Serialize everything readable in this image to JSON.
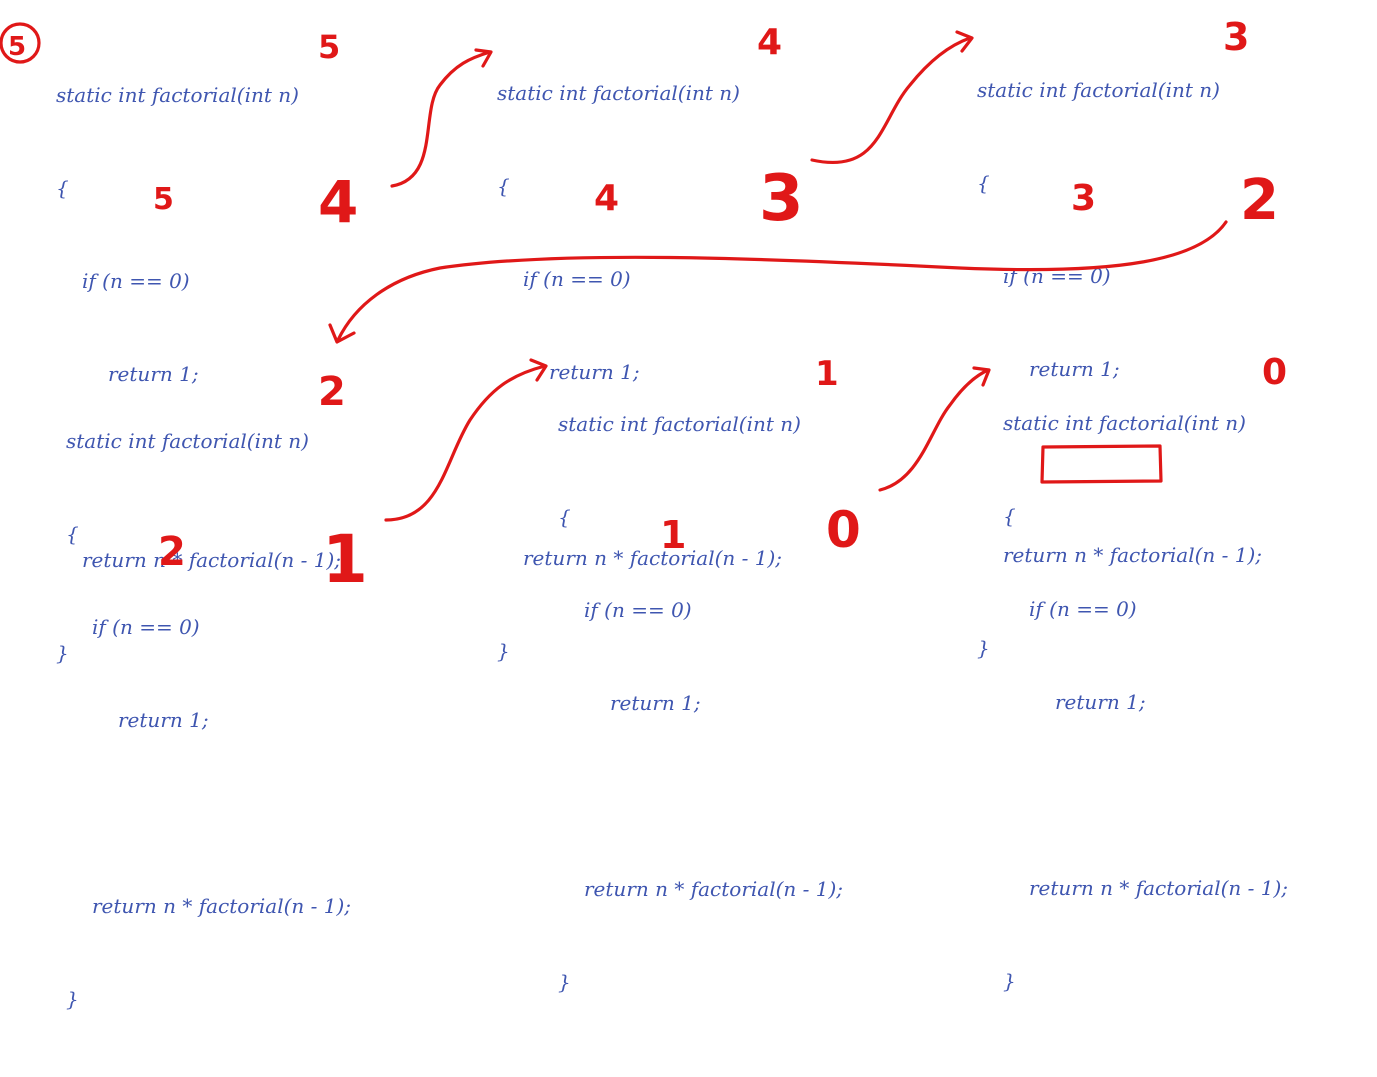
{
  "blocks": [
    {
      "sig": "static int factorial(int n)",
      "open": "{",
      "if_line": "if (n == 0)",
      "ret1": "return 1;",
      "ret_rec": "return n * factorial(n - 1);",
      "close": "}"
    },
    {
      "sig": "static int factorial(int n)",
      "open": "{",
      "if_line": "if (n == 0)",
      "ret1": "return 1;",
      "ret_rec": "return n * factorial(n - 1);",
      "close": "}"
    },
    {
      "sig": "static int factorial(int n)",
      "open": "{",
      "if_line": "if (n == 0)",
      "ret1": "return 1;",
      "ret_rec": "return n * factorial(n - 1);",
      "close": "}"
    },
    {
      "sig": "static int factorial(int n)",
      "open": "{",
      "if_line": "if (n == 0)",
      "ret1": "return 1;",
      "ret_rec": "return n * factorial(n - 1);",
      "close": "}"
    },
    {
      "sig": "static int factorial(int n)",
      "open": "{",
      "if_line": "if (n == 0)",
      "ret1": "return 1;",
      "ret_rec": "return n * factorial(n - 1);",
      "close": "}"
    },
    {
      "sig": "static int factorial(int n)",
      "open": "{",
      "if_line": "if (n == 0)",
      "ret1": "return 1;",
      "ret_rec": "return n * factorial(n - 1);",
      "close": "}"
    }
  ],
  "annotations": {
    "circled_input": "5",
    "call_args": [
      "5",
      "4",
      "3",
      "2",
      "1",
      "0"
    ],
    "multipliers": [
      "5",
      "4",
      "3",
      "2",
      "1"
    ],
    "next_args": [
      "4",
      "3",
      "2",
      "1",
      "0"
    ]
  },
  "colors": {
    "code": "#3f56b0",
    "ink": "#e01818",
    "background": "#ffffff"
  }
}
